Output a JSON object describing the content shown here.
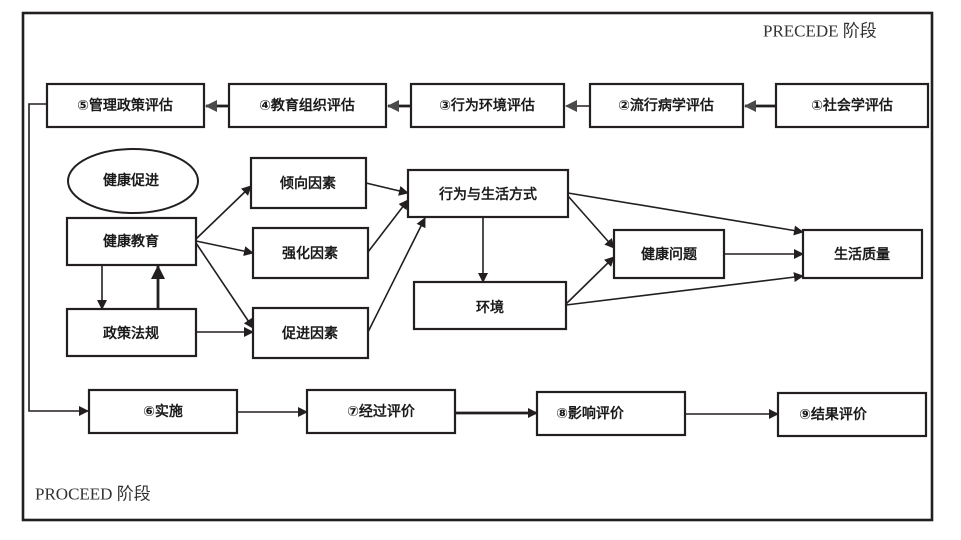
{
  "phases": {
    "precede": "PRECEDE 阶段",
    "proceed": "PROCEED 阶段"
  },
  "assessment_steps": [
    "①社会学评估",
    "②流行病学评估",
    "③行为环境评估",
    "④教育组织评估",
    "⑤管理政策评估"
  ],
  "implementation_steps": [
    "⑥实施",
    "⑦经过评价",
    "⑧影响评价",
    "⑨结果评价"
  ],
  "nodes": {
    "health_promotion": "健康促进",
    "health_education": "健康教育",
    "policy_regulation": "政策法规",
    "predisposing": "倾向因素",
    "reinforcing": "强化因素",
    "enabling": "促进因素",
    "behavior_lifestyle": "行为与生活方式",
    "environment": "环境",
    "health_problem": "健康问题",
    "quality_of_life": "生活质量"
  },
  "colors": {
    "stroke": "#231f20",
    "text": "#1a1a1a",
    "phase_text": "#333333"
  }
}
